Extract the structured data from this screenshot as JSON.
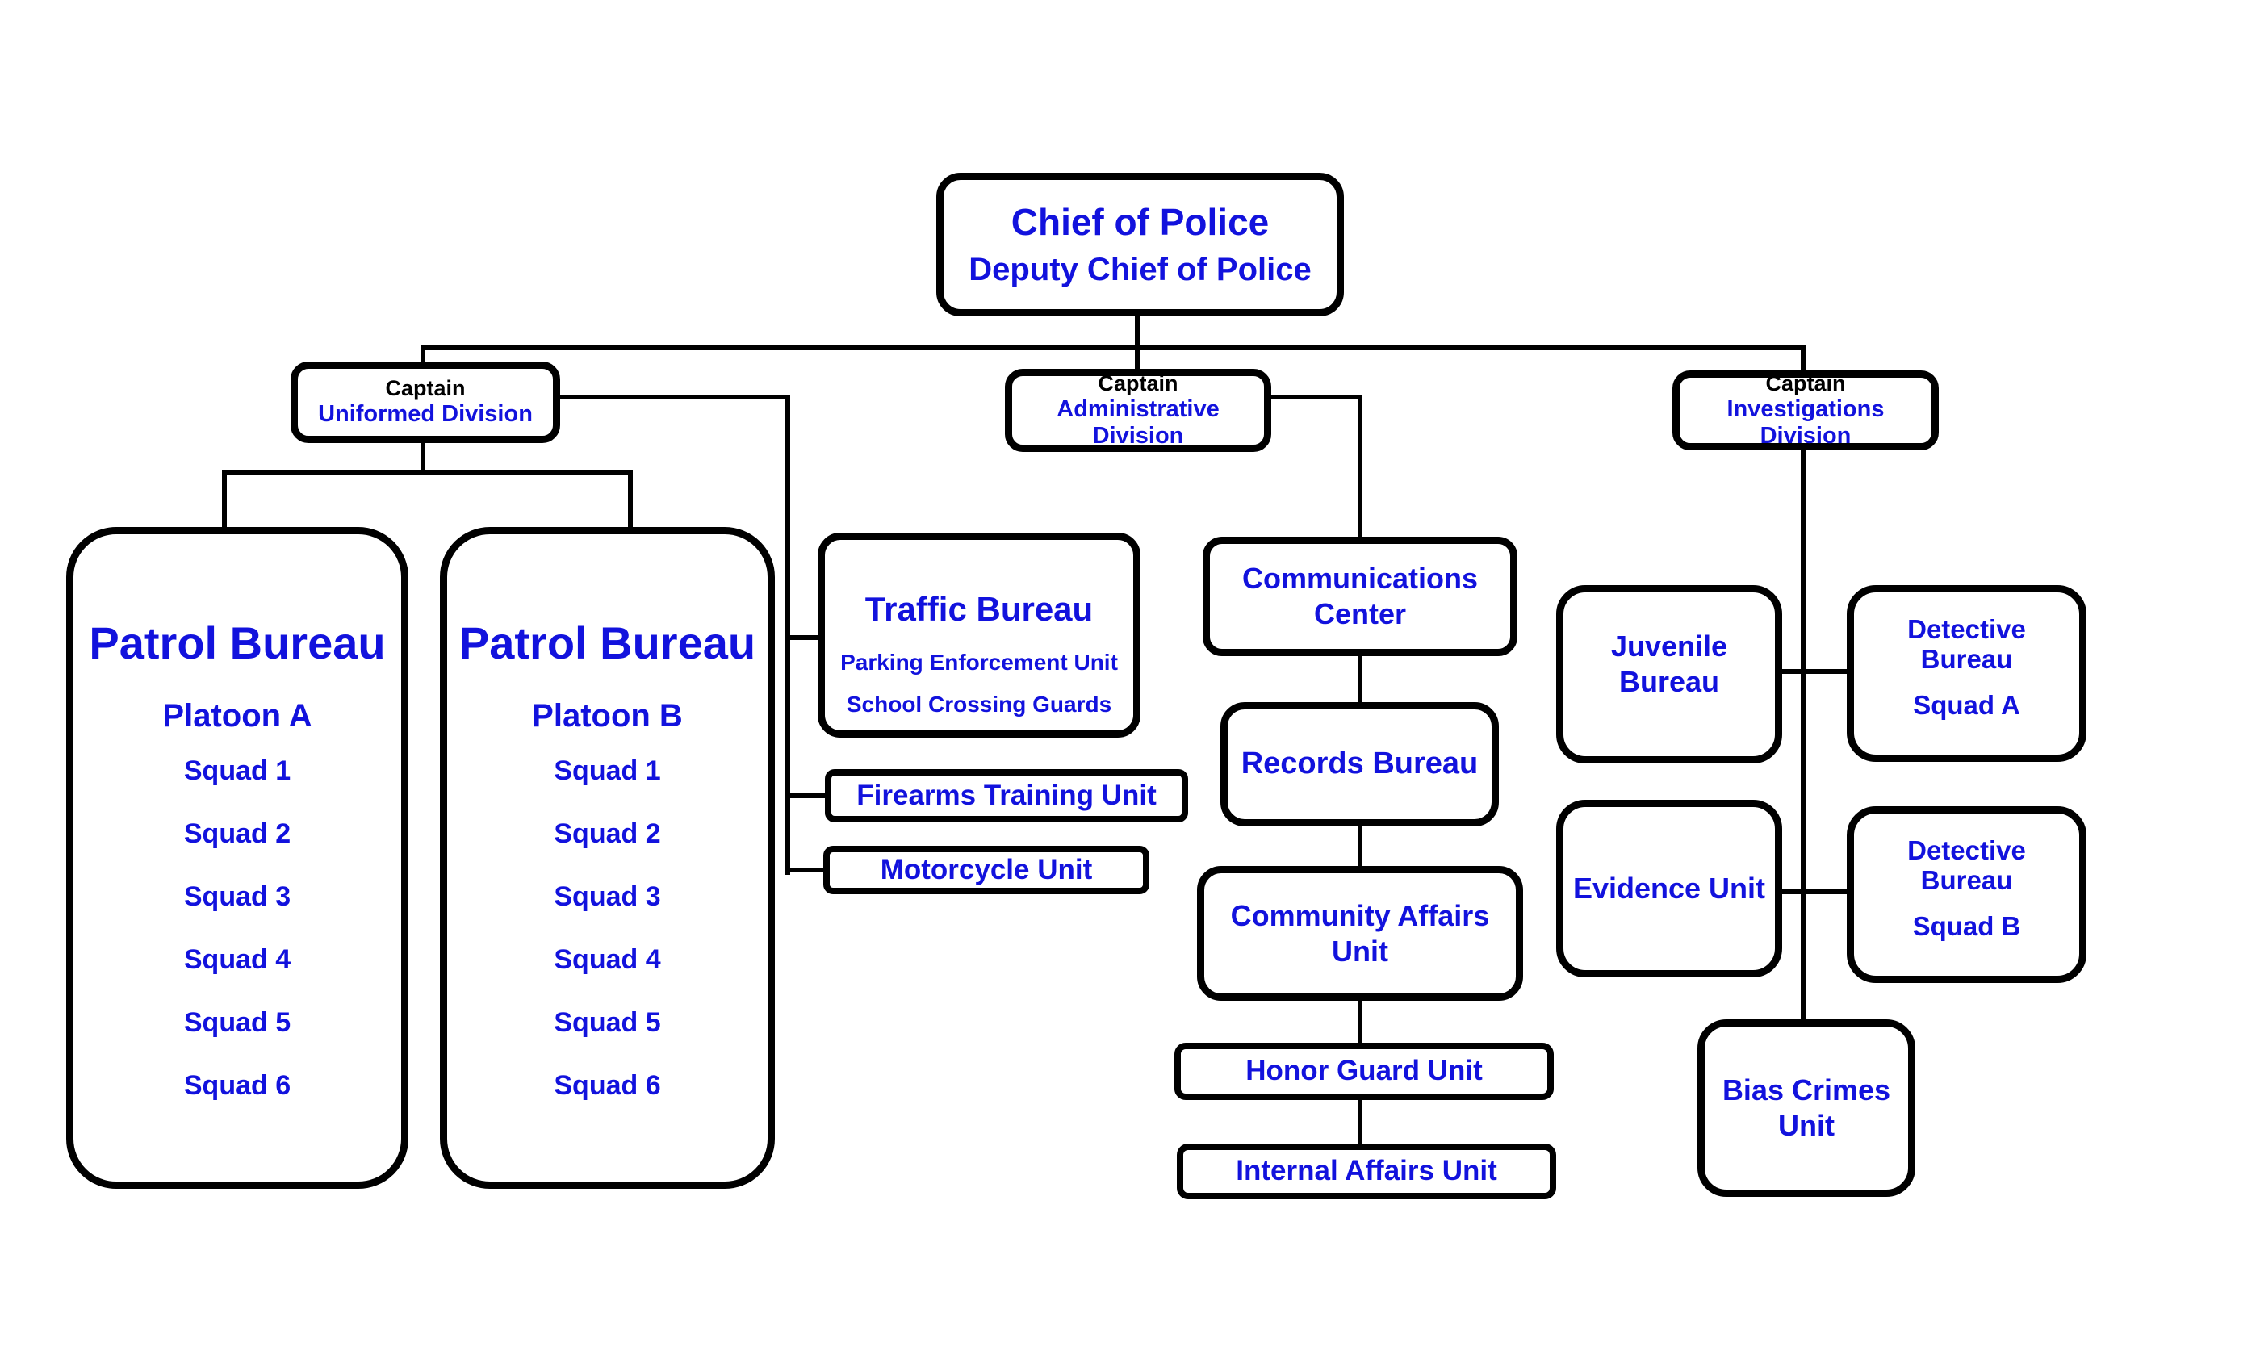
{
  "colors": {
    "text_blue": "#1212dd",
    "text_black": "#000000",
    "line_black": "#000000",
    "box_background": "#ffffff"
  },
  "nodes": {
    "chief": {
      "line1": "Chief of Police",
      "line2": "Deputy Chief of Police"
    },
    "captain_uniformed": {
      "rank": "Captain",
      "division": "Uniformed Division"
    },
    "captain_administrative": {
      "rank": "Captain",
      "division": "Administrative Division"
    },
    "captain_investigations": {
      "rank": "Captain",
      "division": "Investigations Division"
    },
    "patrol_a": {
      "title": "Patrol Bureau",
      "platoon": "Platoon A",
      "squads": [
        "Squad 1",
        "Squad 2",
        "Squad 3",
        "Squad 4",
        "Squad 5",
        "Squad 6"
      ]
    },
    "patrol_b": {
      "title": "Patrol Bureau",
      "platoon": "Platoon B",
      "squads": [
        "Squad 1",
        "Squad 2",
        "Squad 3",
        "Squad 4",
        "Squad 5",
        "Squad 6"
      ]
    },
    "traffic": {
      "title": "Traffic Bureau",
      "sub1": "Parking Enforcement Unit",
      "sub2": "School Crossing Guards"
    },
    "firearms": {
      "label": "Firearms Training Unit"
    },
    "motorcycle": {
      "label": "Motorcycle Unit"
    },
    "communications": {
      "line1": "Communications",
      "line2": "Center"
    },
    "records": {
      "label": "Records Bureau"
    },
    "community_affairs": {
      "line1": "Community Affairs",
      "line2": "Unit"
    },
    "honor_guard": {
      "label": "Honor Guard Unit"
    },
    "internal_affairs": {
      "label": "Internal Affairs Unit"
    },
    "juvenile": {
      "line1": "Juvenile",
      "line2": "Bureau"
    },
    "detective_a": {
      "line1": "Detective",
      "line2": "Bureau",
      "squad": "Squad A"
    },
    "evidence": {
      "label": "Evidence Unit"
    },
    "detective_b": {
      "line1": "Detective",
      "line2": "Bureau",
      "squad": "Squad B"
    },
    "bias_crimes": {
      "line1": "Bias Crimes",
      "line2": "Unit"
    }
  }
}
